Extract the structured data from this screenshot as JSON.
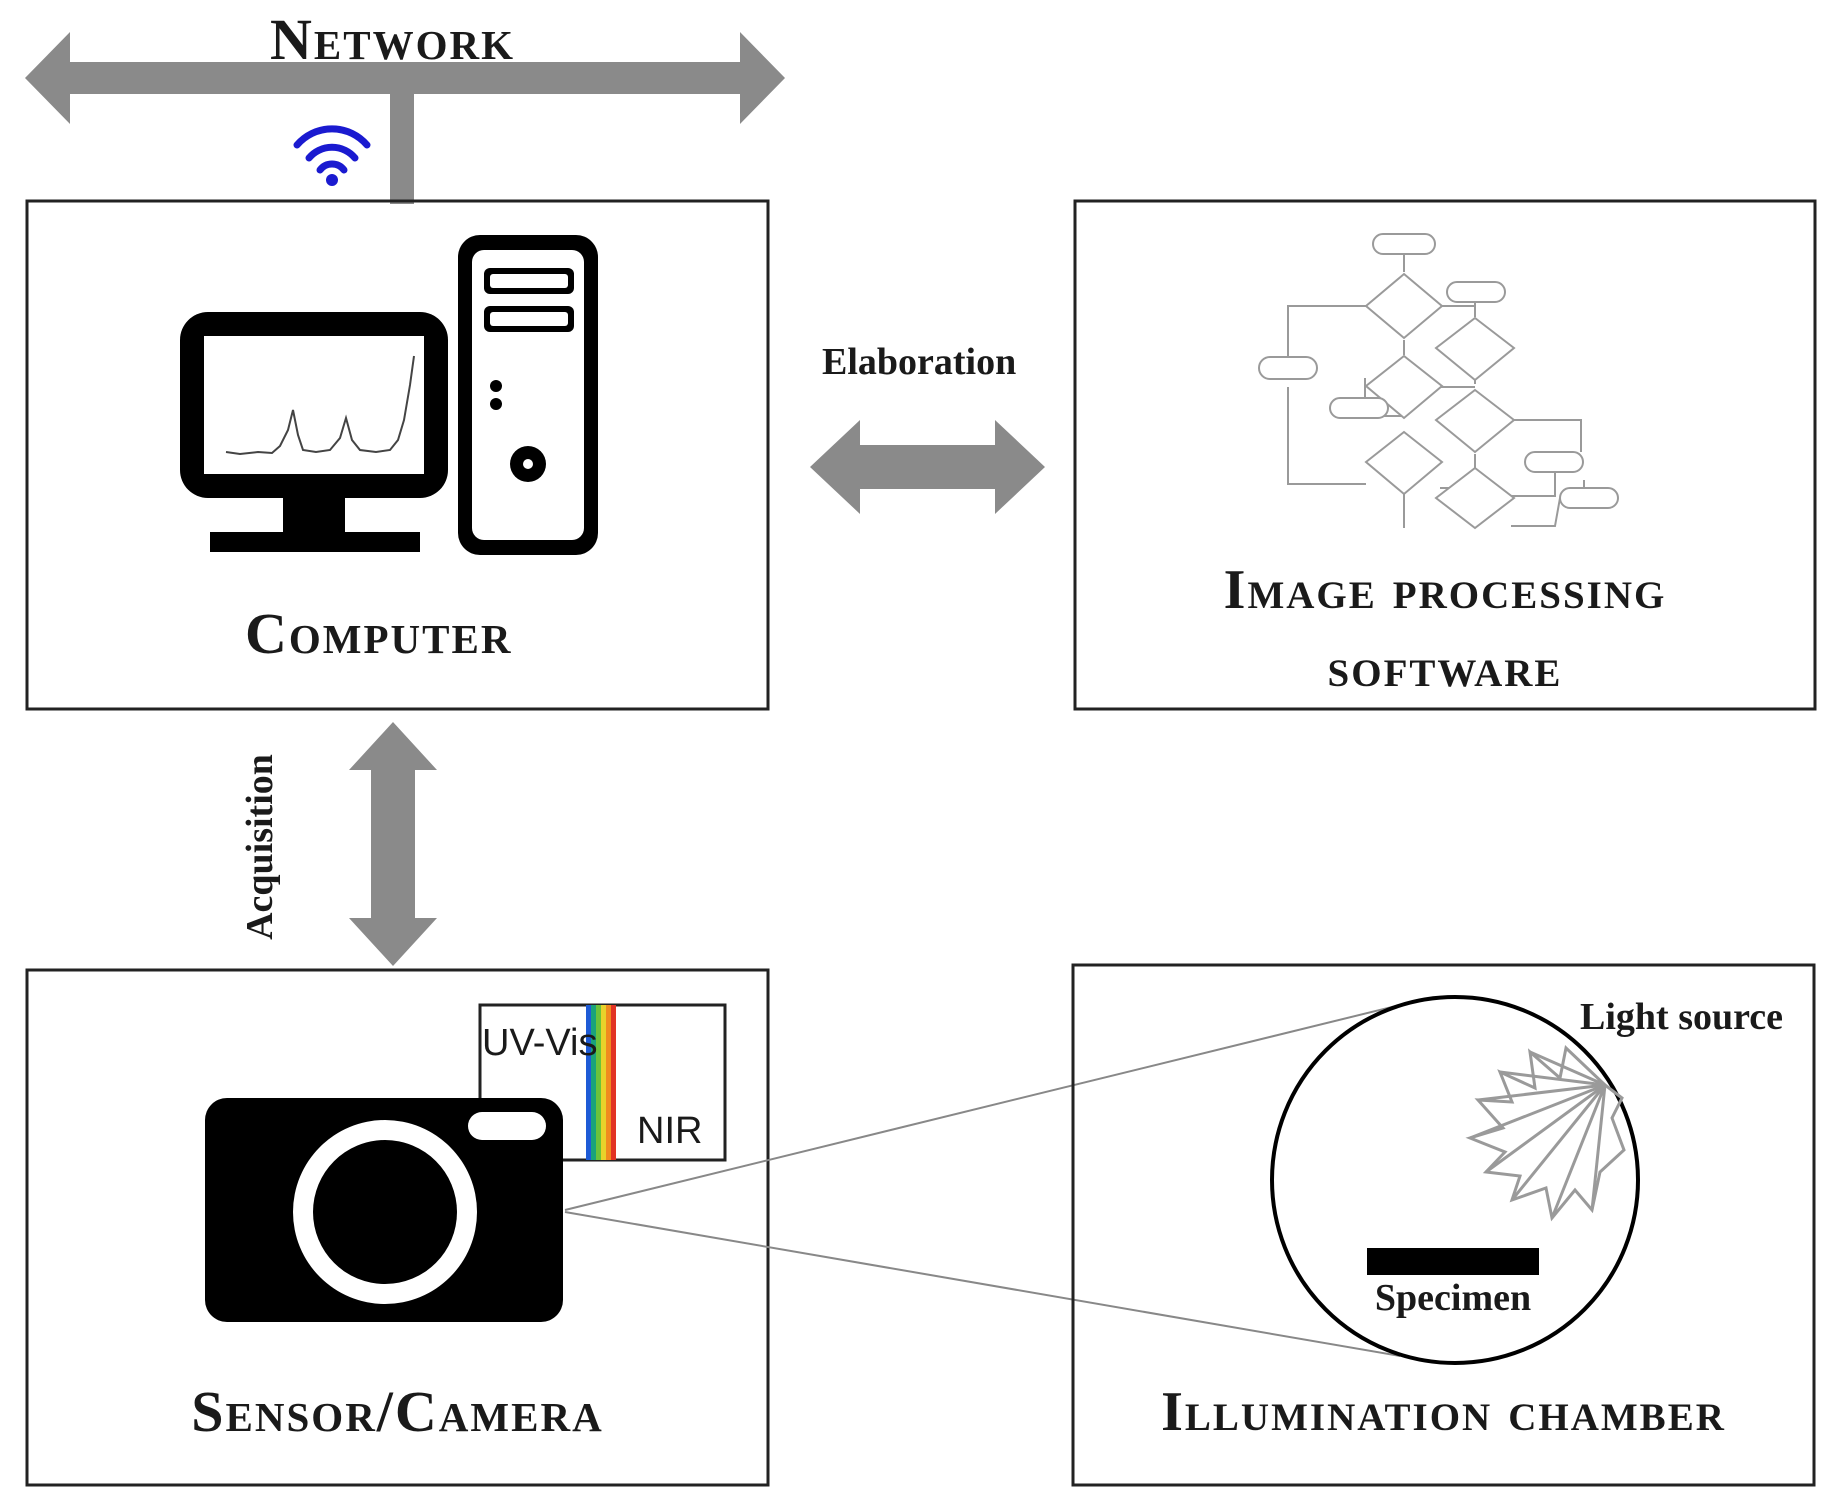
{
  "labels": {
    "network": "Network",
    "computer": "Computer",
    "elaboration": "Elaboration",
    "acquisition": "Acquisition",
    "software_line1": "Image processing",
    "software_line2": "software",
    "camera": "Sensor/Camera",
    "chamber": "Illumination chamber",
    "light_source": "Light source",
    "specimen": "Specimen",
    "uv_vis": "UV-Vis",
    "nir": "NIR"
  },
  "colors": {
    "arrow": "#8a8a8a",
    "wifi": "#1a1ad0",
    "spectrum": [
      "#1e5bd6",
      "#1aa37a",
      "#6cc23a",
      "#e8d22a",
      "#f08a1f",
      "#e23324"
    ]
  }
}
